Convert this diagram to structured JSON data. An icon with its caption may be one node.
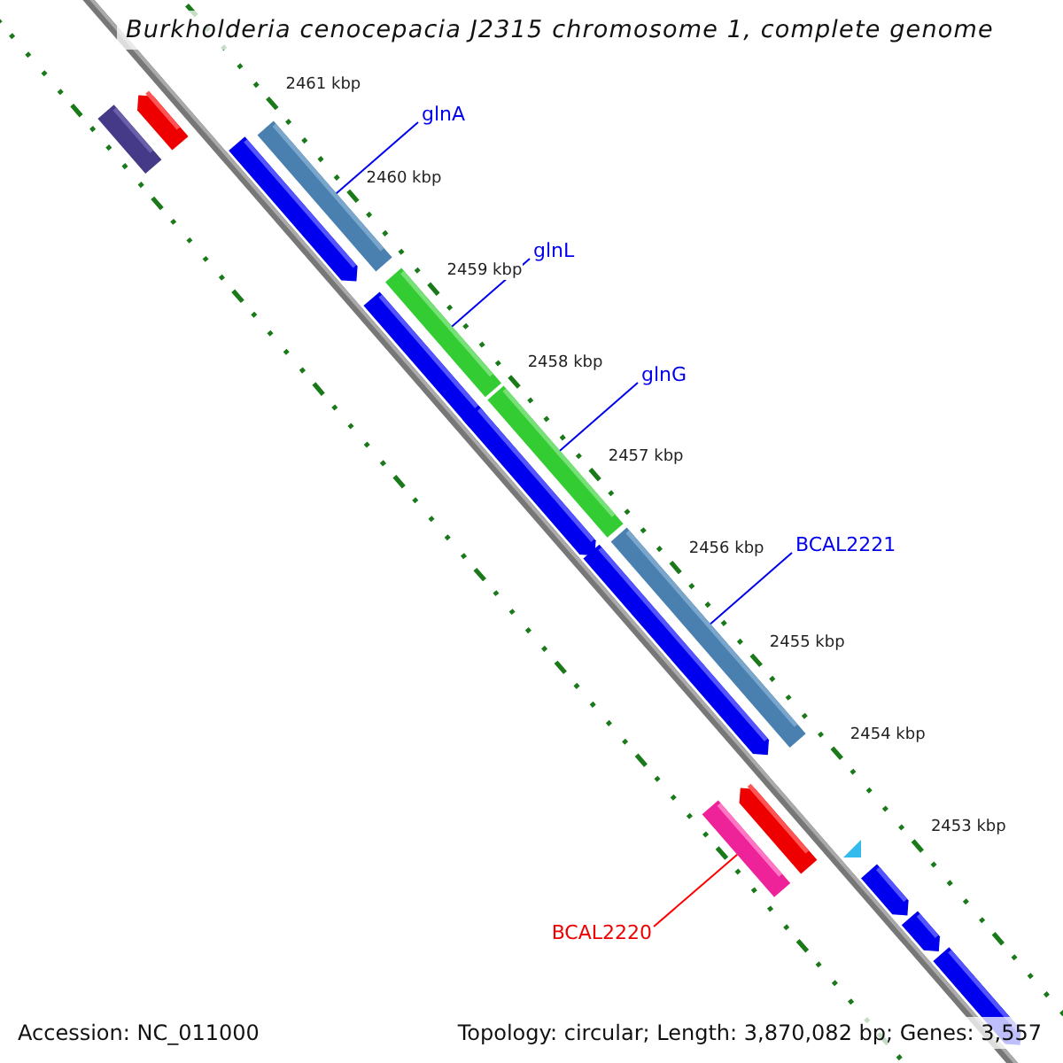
{
  "diagram": {
    "title": "Burkholderia cenocepacia J2315 chromosome 1, complete genome",
    "nodes": [
      {
        "text": [
          "glnA"
        ]
      },
      {
        "text": [
          "glnL"
        ]
      },
      {
        "text": [
          "glnG"
        ]
      },
      {
        "text": [
          "BCAL2221"
        ]
      },
      {
        "text": [
          "BCAL2220"
        ]
      },
      {
        "text": [],
        "shape": "bar"
      },
      {
        "text": [],
        "shape": "bar"
      },
      {
        "text": [],
        "shape": "bar"
      },
      {
        "text": [],
        "shape": "bar"
      },
      {
        "text": [],
        "shape": "bar"
      }
    ],
    "edges": [
      {
        "from": 0,
        "to": 5,
        "arrow": "none"
      },
      {
        "from": 1,
        "to": 6,
        "arrow": "none"
      },
      {
        "from": 2,
        "to": 7,
        "arrow": "none"
      },
      {
        "from": 3,
        "to": 8,
        "arrow": "none"
      },
      {
        "from": 4,
        "to": 9,
        "arrow": "none",
        "color": "#ff0000"
      }
    ],
    "labels": [
      "2461 kbp",
      "2460 kbp",
      "2459 kbp",
      "2458 kbp",
      "2457 kbp",
      "2456 kbp",
      "2455 kbp",
      "2454 kbp",
      "2453 kbp",
      "Accession: NC_011000",
      "Topology: circular; Length: 3,870,082 bp; Genes: 3,557"
    ]
  }
}
